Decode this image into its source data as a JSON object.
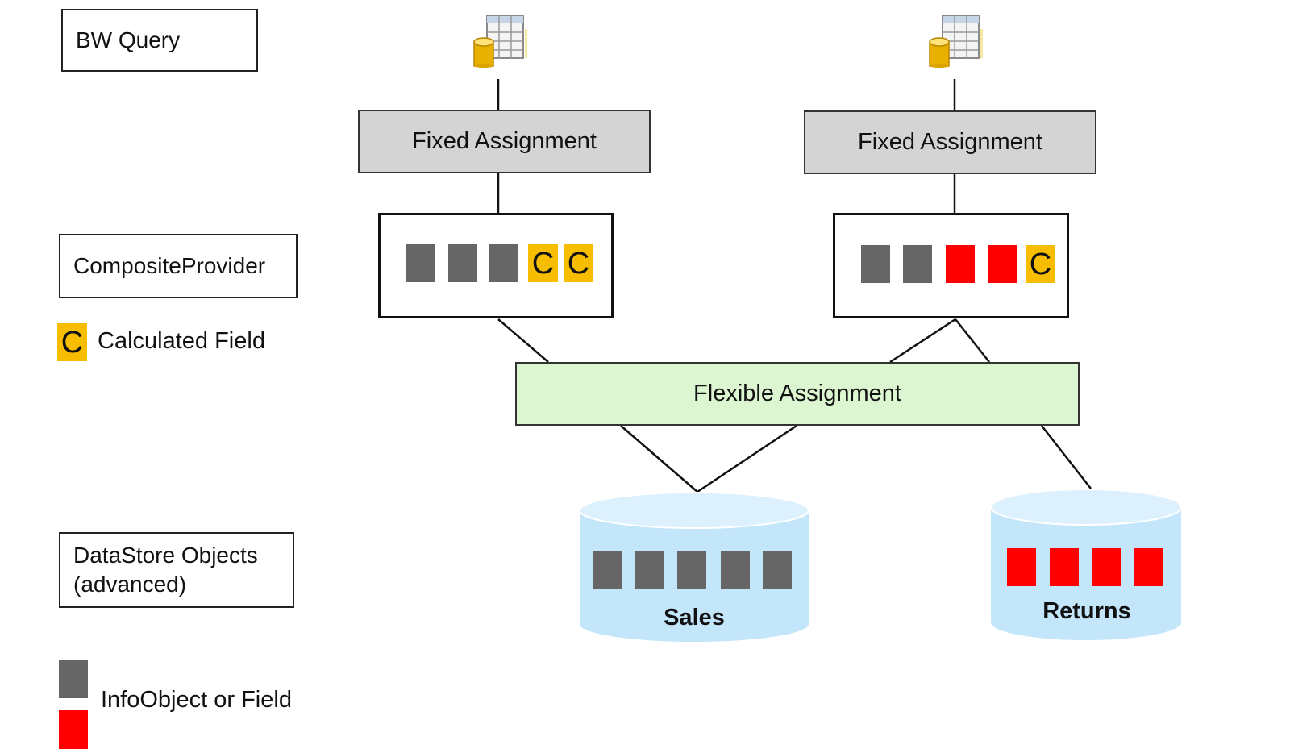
{
  "legend": {
    "bw_query": "BW Query",
    "composite_provider": "CompositeProvider",
    "calculated_field_symbol": "C",
    "calculated_field": "Calculated Field",
    "datastore_line1": "DataStore Objects",
    "datastore_line2": "(advanced)",
    "infoobject": "InfoObject or Field"
  },
  "queries": {
    "left_icon": "query-table-icon",
    "right_icon": "query-table-icon"
  },
  "fixed_assignment": {
    "left": "Fixed Assignment",
    "right": "Fixed Assignment"
  },
  "composite_left": {
    "fields": [
      "gray",
      "gray",
      "gray",
      "calc",
      "calc"
    ],
    "calc_symbols": [
      "C",
      "C"
    ]
  },
  "composite_right": {
    "fields": [
      "gray",
      "gray",
      "red",
      "red",
      "calc"
    ],
    "calc_symbols": [
      "C"
    ]
  },
  "flexible_assignment": "Flexible Assignment",
  "datastores": {
    "sales": {
      "label": "Sales",
      "fields": [
        "gray",
        "gray",
        "gray",
        "gray",
        "gray"
      ]
    },
    "returns": {
      "label": "Returns",
      "fields": [
        "red",
        "red",
        "red",
        "red"
      ]
    }
  },
  "colors": {
    "field_gray": "#666666",
    "field_red": "#ff0000",
    "calculated": "#f7bd00",
    "fixed_fill": "#d4d4d4",
    "flexible_fill": "#dcf6d2",
    "cylinder_fill": "#c4e6fb"
  }
}
